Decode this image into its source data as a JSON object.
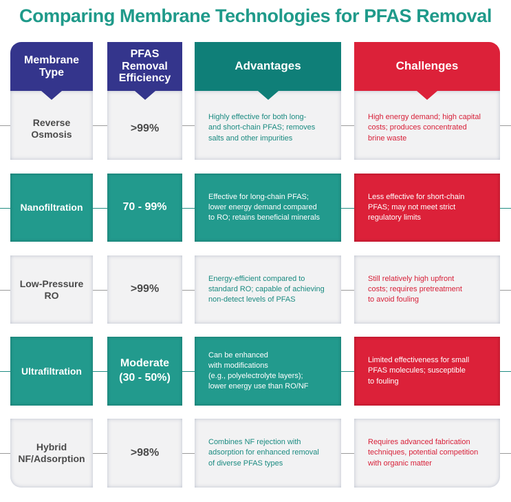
{
  "title": "Comparing Membrane Technologies for PFAS Removal",
  "headers": {
    "type": "Membrane\nType",
    "efficiency": "PFAS\nRemoval\nEfficiency",
    "advantages": "Advantages",
    "challenges": "Challenges"
  },
  "colors": {
    "title": "#1f9a8a",
    "header_purple": "#34358c",
    "header_teal": "#0f7f78",
    "header_red": "#dc2139",
    "row_teal": "#229a8d",
    "row_red": "#dc2139",
    "row_light": "#f2f2f3"
  },
  "rows": [
    {
      "style": "light",
      "type": "Reverse\nOsmosis",
      "efficiency": ">99%",
      "advantages": "Highly effective for both long-\nand short-chain PFAS; removes\nsalts and other impurities",
      "challenges": "High energy demand; high capital\ncosts; produces concentrated\nbrine waste"
    },
    {
      "style": "dark",
      "type": "Nanofiltration",
      "efficiency": "70 - 99%",
      "advantages": "Effective for long-chain PFAS;\nlower energy demand compared\nto RO; retains beneficial minerals",
      "challenges": "Less effective for short-chain\nPFAS; may not meet strict\nregulatory limits"
    },
    {
      "style": "light",
      "type": "Low-Pressure\nRO",
      "efficiency": ">99%",
      "advantages": "Energy-efficient compared to\nstandard RO; capable of achieving\nnon-detect levels of PFAS",
      "challenges": "Still relatively high upfront\ncosts; requires pretreatment\nto avoid fouling"
    },
    {
      "style": "dark",
      "type": "Ultrafiltration",
      "efficiency": "Moderate\n(30 - 50%)",
      "advantages": "Can be enhanced\nwith modifications\n(e.g., polyelectrolyte layers);\nlower energy use than RO/NF",
      "challenges": "Limited effectiveness for small\nPFAS molecules; susceptible\nto fouling"
    },
    {
      "style": "light",
      "type": "Hybrid\nNF/Adsorption",
      "efficiency": ">98%",
      "advantages": "Combines NF rejection with\nadsorption for enhanced removal\nof diverse PFAS types",
      "challenges": "Requires advanced fabrication\ntechniques, potential competition\nwith organic matter"
    }
  ]
}
